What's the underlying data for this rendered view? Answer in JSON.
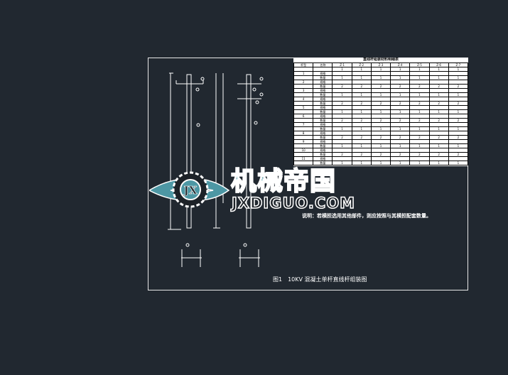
{
  "drawing": {
    "caption": "图1　10KV 混凝土单杆直线杆组装图",
    "note": "说明：若横担选用其他部件，则应按照与其横担配套数量。",
    "table": {
      "title": "直线杆组装材料明细表",
      "header": [
        "杆型",
        "名称",
        "Z-1",
        "Z-2",
        "Z-3",
        "Z-4",
        "Z-5",
        "Z-6",
        "Z-7"
      ],
      "rows": [
        [
          "",
          "",
          "1",
          "1",
          "1",
          "1",
          "1",
          "1",
          "1"
        ],
        [
          "1",
          "规格",
          "",
          "",
          "",
          "",
          "",
          "",
          ""
        ],
        [
          "",
          "数量",
          "1",
          "1",
          "1",
          "1",
          "1",
          "1",
          "1"
        ],
        [
          "2",
          "规格",
          "",
          "",
          "",
          "",
          "",
          "",
          ""
        ],
        [
          "",
          "数量",
          "2",
          "2",
          "2",
          "2",
          "2",
          "2",
          "2"
        ],
        [
          "3",
          "规格",
          "",
          "",
          "",
          "",
          "",
          "",
          ""
        ],
        [
          "",
          "数量",
          "1",
          "1",
          "1",
          "1",
          "1",
          "1",
          "1"
        ],
        [
          "4",
          "规格",
          "",
          "",
          "",
          "",
          "",
          "",
          ""
        ],
        [
          "",
          "数量",
          "2",
          "2",
          "2",
          "2",
          "2",
          "2",
          "2"
        ],
        [
          "5",
          "规格",
          "",
          "",
          "",
          "",
          "",
          "",
          ""
        ],
        [
          "",
          "数量",
          "1",
          "1",
          "1",
          "1",
          "1",
          "1",
          "1"
        ],
        [
          "6",
          "规格",
          "",
          "",
          "",
          "",
          "",
          "",
          ""
        ],
        [
          "",
          "数量",
          "2",
          "2",
          "2",
          "2",
          "2",
          "2",
          "2"
        ],
        [
          "7",
          "规格",
          "",
          "",
          "",
          "",
          "",
          "",
          ""
        ],
        [
          "",
          "数量",
          "1",
          "1",
          "1",
          "1",
          "1",
          "1",
          "1"
        ],
        [
          "8",
          "规格",
          "",
          "",
          "",
          "",
          "",
          "",
          ""
        ],
        [
          "",
          "数量",
          "2",
          "2",
          "2",
          "2",
          "2",
          "2",
          "2"
        ],
        [
          "9",
          "规格",
          "",
          "",
          "",
          "",
          "",
          "",
          ""
        ],
        [
          "",
          "数量",
          "1",
          "1",
          "1",
          "1",
          "1",
          "1",
          "1"
        ],
        [
          "10",
          "规格",
          "",
          "",
          "",
          "",
          "",
          "",
          ""
        ],
        [
          "",
          "数量",
          "2",
          "2",
          "2",
          "2",
          "2",
          "2",
          "2"
        ],
        [
          "11",
          "规格",
          "",
          "",
          "",
          "",
          "",
          "",
          ""
        ],
        [
          "",
          "数量",
          "1",
          "1",
          "1",
          "1",
          "1",
          "1",
          "1"
        ]
      ]
    }
  },
  "watermark": {
    "logo_text": "JX",
    "cn": "机械帝国",
    "en": "JXDIGUO.COM"
  },
  "colors": {
    "background": "#212830",
    "watermark": "#4d97a4"
  }
}
